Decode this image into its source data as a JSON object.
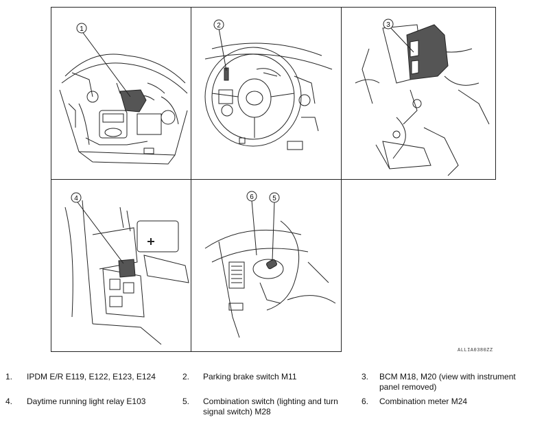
{
  "figure_code": "ALLIA0380ZZ",
  "callouts": [
    "1",
    "2",
    "3",
    "4",
    "5",
    "6"
  ],
  "legend": [
    {
      "num": "1.",
      "text": "IPDM E/R E119, E122, E123, E124"
    },
    {
      "num": "2.",
      "text": "Parking brake switch M11"
    },
    {
      "num": "3.",
      "text": "BCM M18, M20 (view with instrument panel removed)"
    },
    {
      "num": "4.",
      "text": "Daytime running light relay E103"
    },
    {
      "num": "5.",
      "text": "Combination switch (lighting and turn signal switch) M28"
    },
    {
      "num": "6.",
      "text": "Combination meter M24"
    }
  ]
}
